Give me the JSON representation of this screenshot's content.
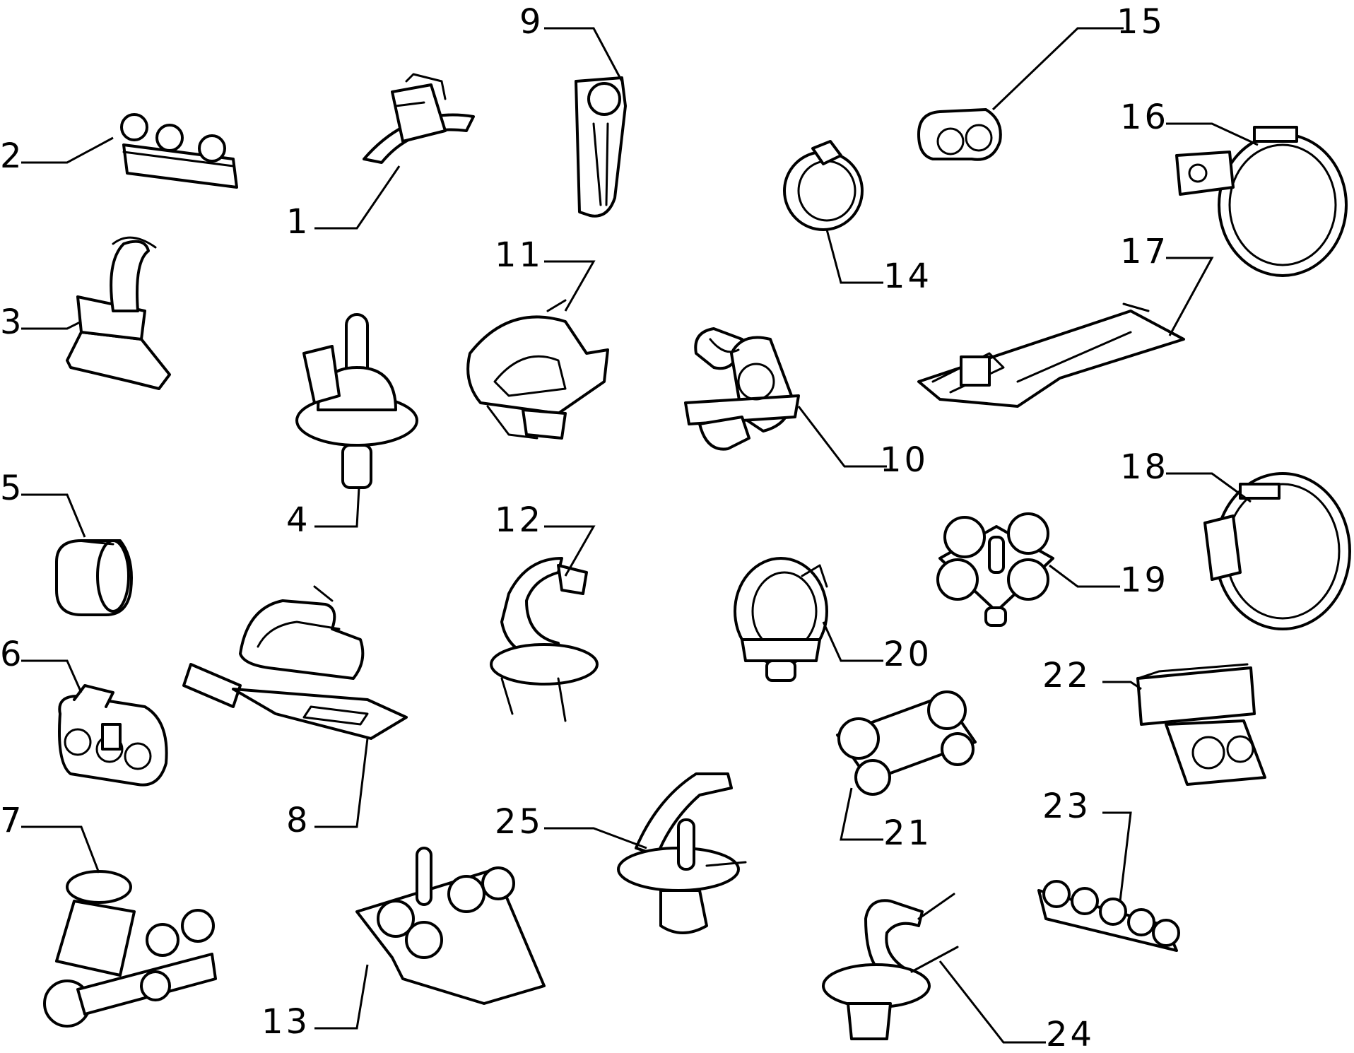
{
  "diagram": {
    "parts": [
      {
        "id": "p1",
        "label": "1"
      },
      {
        "id": "p2",
        "label": "2"
      },
      {
        "id": "p3",
        "label": "3"
      },
      {
        "id": "p4",
        "label": "4"
      },
      {
        "id": "p5",
        "label": "5"
      },
      {
        "id": "p6",
        "label": "6"
      },
      {
        "id": "p7",
        "label": "7"
      },
      {
        "id": "p8",
        "label": "8"
      },
      {
        "id": "p9",
        "label": "9"
      },
      {
        "id": "p10",
        "label": "10"
      },
      {
        "id": "p11",
        "label": "11"
      },
      {
        "id": "p12",
        "label": "12"
      },
      {
        "id": "p13",
        "label": "13"
      },
      {
        "id": "p14",
        "label": "14"
      },
      {
        "id": "p15",
        "label": "15"
      },
      {
        "id": "p16",
        "label": "16"
      },
      {
        "id": "p17",
        "label": "17"
      },
      {
        "id": "p18",
        "label": "18"
      },
      {
        "id": "p19",
        "label": "19"
      },
      {
        "id": "p20",
        "label": "20"
      },
      {
        "id": "p21",
        "label": "21"
      },
      {
        "id": "p22",
        "label": "22"
      },
      {
        "id": "p23",
        "label": "23"
      },
      {
        "id": "p24",
        "label": "24"
      },
      {
        "id": "p25",
        "label": "25"
      }
    ]
  }
}
